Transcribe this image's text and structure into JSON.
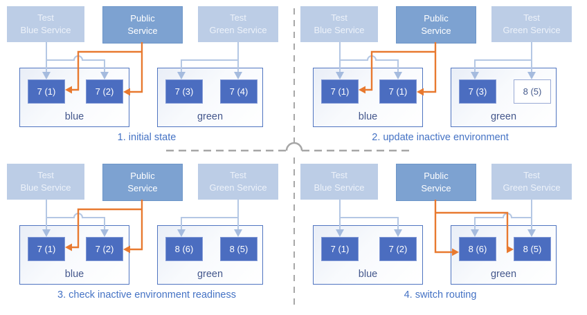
{
  "colors": {
    "accent_orange": "#e8792f",
    "light_blue_arrow": "#b4c7e4",
    "service_light_fill": "#bccde6",
    "service_public_fill": "#7da2d1",
    "pod_fill": "#4b6dc0",
    "env_border": "#4f74c0",
    "caption_blue": "#4472c4",
    "divider_gray": "#a6a6a6"
  },
  "services": {
    "test_blue": {
      "line1": "Test",
      "line2": "Blue Service"
    },
    "public": {
      "line1": "Public",
      "line2": "Service"
    },
    "test_green": {
      "line1": "Test",
      "line2": "Green Service"
    }
  },
  "panels": [
    {
      "caption": "1. initial state",
      "blue_env_label": "blue",
      "green_env_label": "green",
      "routing": "blue",
      "pods": [
        {
          "label": "7 (1)",
          "style": "filled"
        },
        {
          "label": "7 (2)",
          "style": "filled"
        },
        {
          "label": "7 (3)",
          "style": "filled"
        },
        {
          "label": "7 (4)",
          "style": "filled"
        }
      ]
    },
    {
      "caption": "2. update inactive environment",
      "blue_env_label": "blue",
      "green_env_label": "green",
      "routing": "blue",
      "pods": [
        {
          "label": "7 (1)",
          "style": "filled"
        },
        {
          "label": "7 (1)",
          "style": "filled"
        },
        {
          "label": "7 (3)",
          "style": "filled"
        },
        {
          "label": "8 (5)",
          "style": "outline"
        }
      ]
    },
    {
      "caption": "3. check inactive environment readiness",
      "blue_env_label": "blue",
      "green_env_label": "green",
      "routing": "blue",
      "pods": [
        {
          "label": "7 (1)",
          "style": "filled"
        },
        {
          "label": "7 (2)",
          "style": "filled"
        },
        {
          "label": "8 (6)",
          "style": "filled"
        },
        {
          "label": "8 (5)",
          "style": "filled"
        }
      ]
    },
    {
      "caption": "4. switch routing",
      "blue_env_label": "blue",
      "green_env_label": "green",
      "routing": "green",
      "pods": [
        {
          "label": "7 (1)",
          "style": "filled"
        },
        {
          "label": "7 (2)",
          "style": "filled"
        },
        {
          "label": "8 (6)",
          "style": "filled"
        },
        {
          "label": "8 (5)",
          "style": "filled"
        }
      ]
    }
  ]
}
